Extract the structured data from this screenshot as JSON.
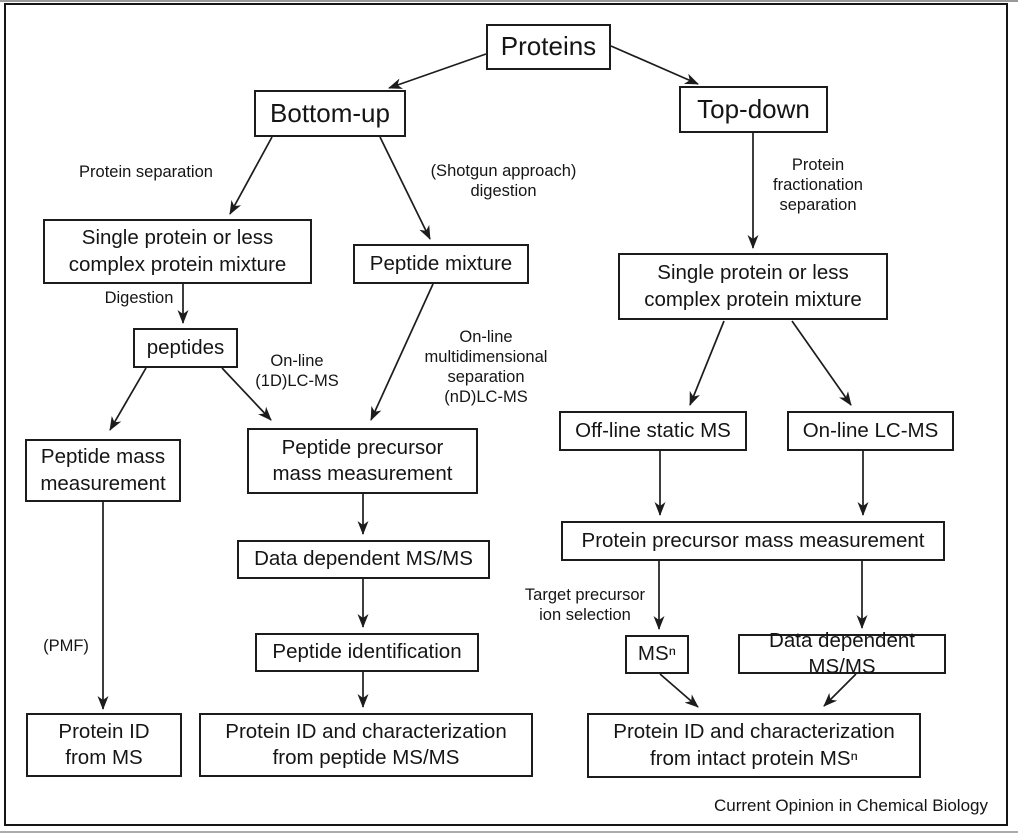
{
  "figure": {
    "nodes": {
      "proteins": "Proteins",
      "bottom_up": "Bottom-up",
      "top_down": "Top-down",
      "single_protein_left": "Single protein or less\ncomplex protein mixture",
      "peptide_mixture": "Peptide mixture",
      "peptides": "peptides",
      "peptide_mass": "Peptide mass\nmeasurement",
      "peptide_precursor": "Peptide precursor\nmass measurement",
      "data_dependent_msms_left": "Data dependent MS/MS",
      "peptide_identification": "Peptide identification",
      "protein_id_from_ms": "Protein ID\nfrom MS",
      "protein_id_peptide": "Protein ID and characterization\nfrom peptide MS/MS",
      "single_protein_right": "Single protein or less\ncomplex protein mixture",
      "offline_static_ms": "Off-line static MS",
      "online_lcms": "On-line LC-MS",
      "protein_precursor": "Protein precursor mass measurement",
      "msn": "MSⁿ",
      "data_dependent_msms_right": "Data dependent MS/MS",
      "protein_id_intact": "Protein ID and characterization\nfrom  intact protein MSⁿ"
    },
    "labels": {
      "protein_separation": "Protein separation",
      "shotgun_digestion": "(Shotgun approach)\ndigestion",
      "digestion": "Digestion",
      "online_1d_lcms": "On-line\n(1D)LC-MS",
      "online_multidimensional": "On-line\nmultidimensional\nseparation\n(nD)LC-MS",
      "protein_fractionation": "Protein\nfractionation\nseparation",
      "pmf": "(PMF)",
      "target_precursor": "Target precursor\nion selection"
    },
    "credit": "Current Opinion in Chemical Biology"
  }
}
